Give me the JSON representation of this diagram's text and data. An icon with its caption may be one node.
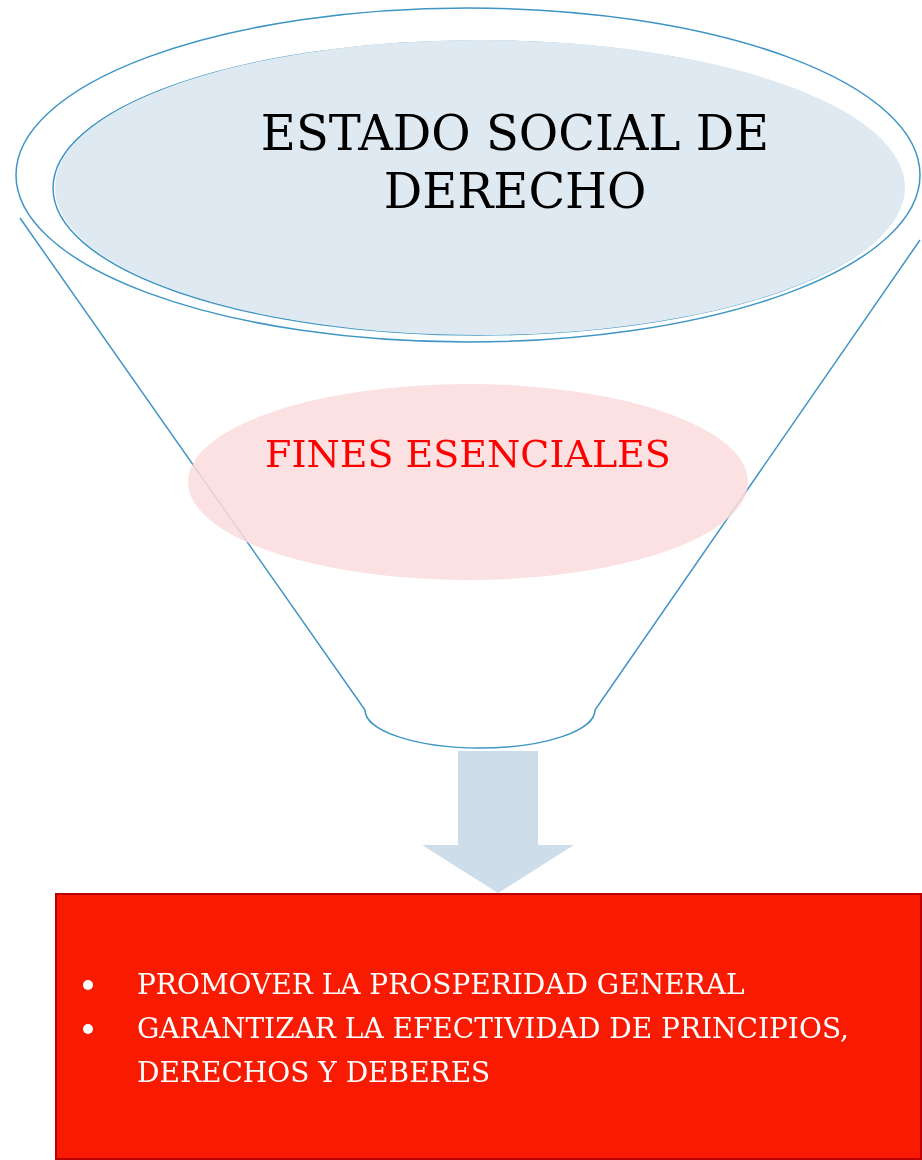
{
  "diagram": {
    "nodes": [
      {
        "text": [],
        "shape": "funnel"
      },
      {
        "text": [
          "ESTADO SOCIAL DE DERECHO"
        ],
        "in": 0
      },
      {
        "text": [
          "FINES ESENCIALES"
        ],
        "in": 0
      },
      {
        "text": [
          "PROMOVER LA PROSPERIDAD GENERAL",
          "GARANTIZAR LA EFECTIVIDAD DE PRINCIPIOS, DERECHOS Y DEBERES"
        ]
      }
    ],
    "edges": [
      {
        "from": 0,
        "to": 3,
        "arrow": "to",
        "style": "thick",
        "color": "#cddde9"
      }
    ]
  }
}
